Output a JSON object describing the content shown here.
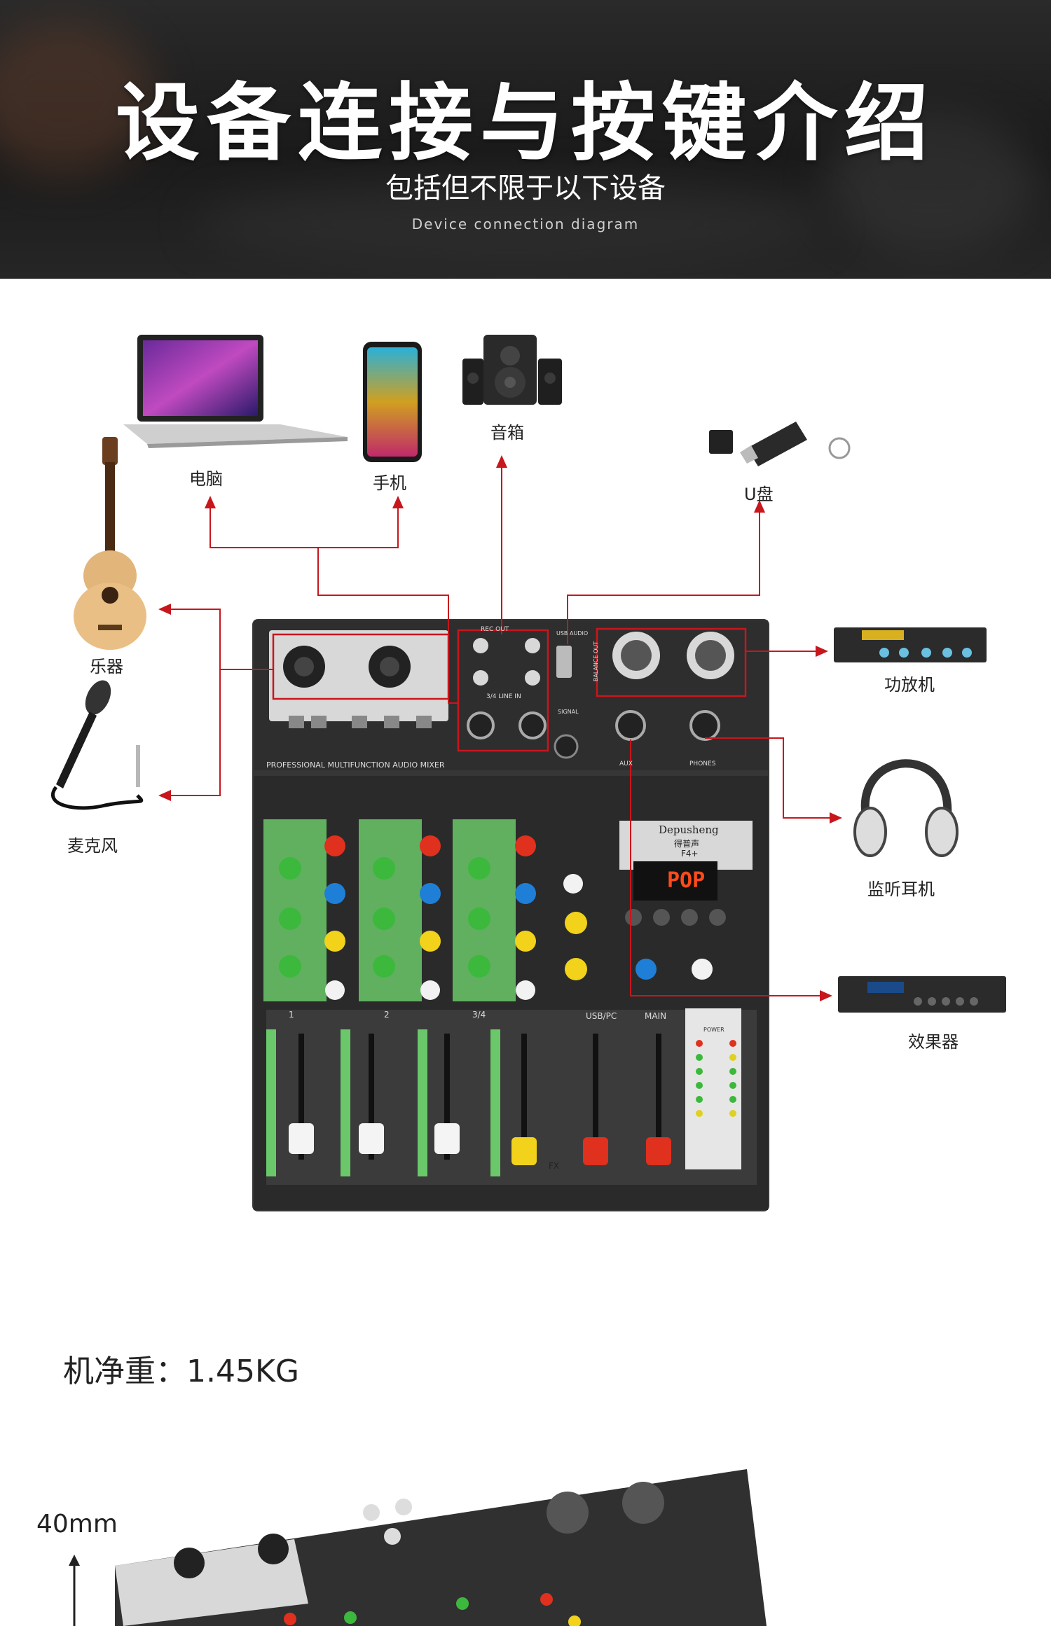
{
  "header": {
    "title": "设备连接与按键介绍",
    "subtitle": "包括但不限于以下设备",
    "english": "Device connection diagram"
  },
  "devices": {
    "computer": "电脑",
    "phone": "手机",
    "speaker": "音箱",
    "usb": "U盘",
    "instrument": "乐器",
    "mic": "麦克风",
    "amp": "功放机",
    "headphones": "监听耳机",
    "effects": "效果器"
  },
  "mixer": {
    "brand": "Depusheng",
    "brand_cn": "得普声",
    "model": "F4+",
    "display": "POP",
    "panel_text": "PROFESSIONAL MULTIFUNCTION AUDIO MIXER",
    "channels": [
      "1",
      "2",
      "3/4",
      "USB/PC",
      "MAIN"
    ],
    "fx": "FX",
    "signal": "SIGNAL",
    "rec_out": "REC OUT",
    "line_in": "3/4 LINE IN",
    "usb_audio": "USB AUDIO",
    "balance_out": "BALANCE OUT",
    "aux": "AUX",
    "phones": "PHONES",
    "power": "POWER"
  },
  "specs": {
    "weight": "机净重：1.45KG",
    "height": "40mm"
  },
  "colors": {
    "arrow": "#c8161d",
    "knob_green": "#3cb83c",
    "knob_red": "#e0301e",
    "knob_blue": "#1f7fd6",
    "knob_yellow": "#f2d21a",
    "panel_green": "#6ac86a"
  }
}
